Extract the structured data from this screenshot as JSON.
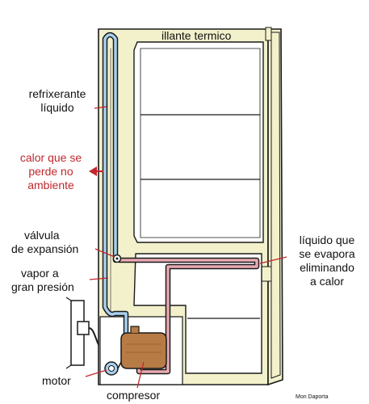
{
  "labels": {
    "insulation": "illante termico",
    "liquid_refrigerant": [
      "refrixerante",
      "líquido"
    ],
    "heat_lost": [
      "calor que se",
      "perde no",
      "ambiente"
    ],
    "expansion_valve": [
      "válvula",
      "de expansión"
    ],
    "high_pressure_vapor": [
      "vapor a",
      "gran presión"
    ],
    "evaporating_liquid": [
      "líquido que",
      "se evapora",
      "eliminando",
      "a calor"
    ],
    "motor": "motor",
    "compressor": "compresor",
    "credit": "Mon Daporta"
  },
  "colors": {
    "insulation_fill": "#f3f1cc",
    "outline": "#1a1a1a",
    "condenser_pipe": "#a9d0ee",
    "evaporator_pipe": "#e9a9b2",
    "compressor": "#b77b45",
    "heat_text": "#c0282d"
  },
  "icons": [
    "heat-arrow-icon",
    "plug-icon",
    "wall-socket-icon"
  ]
}
